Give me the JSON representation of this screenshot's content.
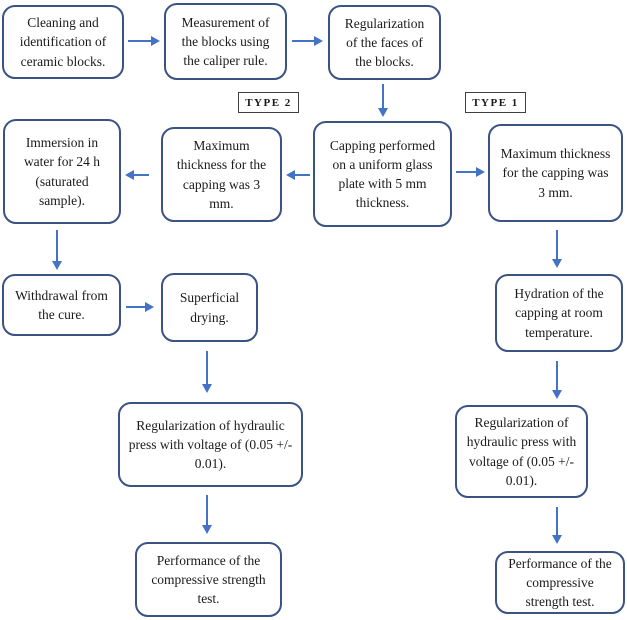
{
  "meta": {
    "background_color": "#ffffff",
    "box_border_color": "#3a5383",
    "arrow_color": "#4472c4",
    "text_color": "#1a1a1a",
    "type_label_border_color": "#3f3f3f"
  },
  "diagram": {
    "title": "Ceramic block compressive strength test procedure flowchart",
    "branch_labels": {
      "type2": "TYPE 2",
      "type1": "TYPE 1"
    },
    "nodes": [
      {
        "id": "cleaning",
        "label": "Cleaning and identification of ceramic blocks."
      },
      {
        "id": "measurement",
        "label": "Measurement of the blocks using the caliper rule."
      },
      {
        "id": "regularization-faces",
        "label": "Regularization of the faces of the blocks."
      },
      {
        "id": "capping",
        "label": "Capping performed on a uniform glass plate with 5 mm thickness."
      },
      {
        "id": "max-thickness-type2",
        "label": "Maximum thickness for the capping was 3 mm."
      },
      {
        "id": "immersion",
        "label": "Immersion in water for 24 h (saturated sample)."
      },
      {
        "id": "max-thickness-type1",
        "label": "Maximum thickness for the capping was 3 mm."
      },
      {
        "id": "withdrawal",
        "label": "Withdrawal from the cure."
      },
      {
        "id": "superficial-drying",
        "label": "Superficial drying."
      },
      {
        "id": "press-regularization-type2",
        "label": "Regularization of hydraulic press with voltage of (0.05 +/- 0.01)."
      },
      {
        "id": "performance-type2",
        "label": "Performance of the compressive strength test."
      },
      {
        "id": "hydration",
        "label": "Hydration of the capping at room temperature."
      },
      {
        "id": "press-regularization-type1",
        "label": "Regularization of hydraulic press with voltage of (0.05 +/- 0.01)."
      },
      {
        "id": "performance-type1",
        "label": "Performance of the compressive strength test."
      }
    ]
  }
}
